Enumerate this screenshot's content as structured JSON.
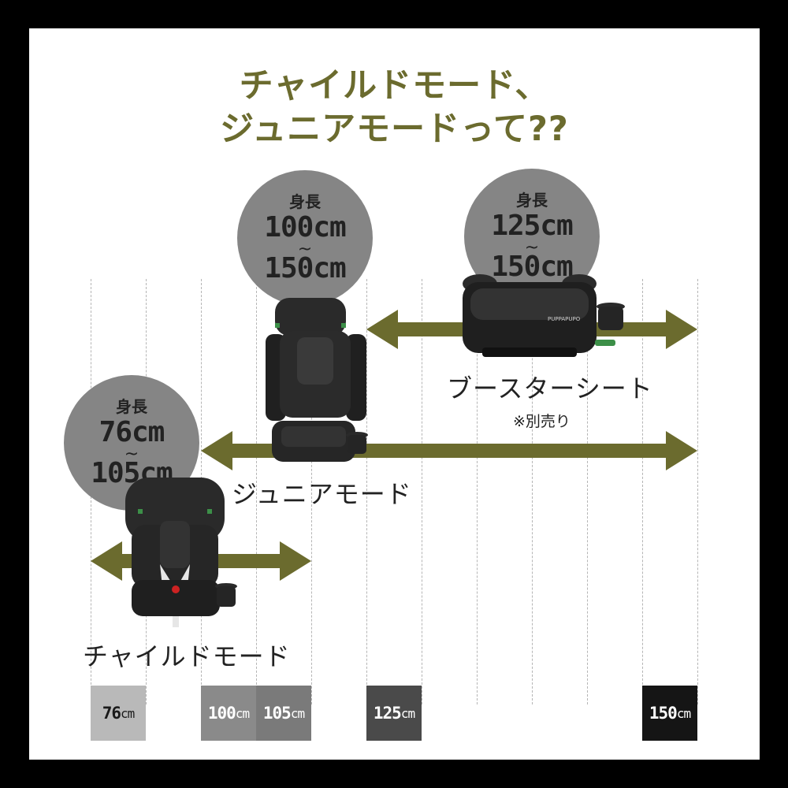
{
  "title": {
    "line1": "チャイルドモード、",
    "line2": "ジュニアモードって??"
  },
  "height_label": "身長",
  "range_separator": "~",
  "ranges": {
    "child": {
      "from": "76cm",
      "to": "105cm"
    },
    "junior": {
      "from": "100cm",
      "to": "150cm"
    },
    "booster": {
      "from": "125cm",
      "to": "150cm"
    }
  },
  "modes": {
    "child": "チャイルドモード",
    "junior": "ジュニアモード",
    "booster": "ブースターシート"
  },
  "booster_note": "※別売り",
  "brand_on_seat": "PUPPAPUPO",
  "height_scale": [
    {
      "value": "76",
      "unit": "cm",
      "color": "#b9b9b9",
      "text_color": "#1a1a1a"
    },
    {
      "value": "100",
      "unit": "cm",
      "color": "#8a8a8a",
      "text_color": "#ffffff"
    },
    {
      "value": "105",
      "unit": "cm",
      "color": "#7a7a7a",
      "text_color": "#ffffff"
    },
    {
      "value": "125",
      "unit": "cm",
      "color": "#4a4a4a",
      "text_color": "#ffffff"
    },
    {
      "value": "150",
      "unit": "cm",
      "color": "#151515",
      "text_color": "#ffffff"
    }
  ],
  "colors": {
    "accent_olive": "#6b6b2e",
    "circle_gray": "#858585",
    "frame_black": "#000000"
  }
}
